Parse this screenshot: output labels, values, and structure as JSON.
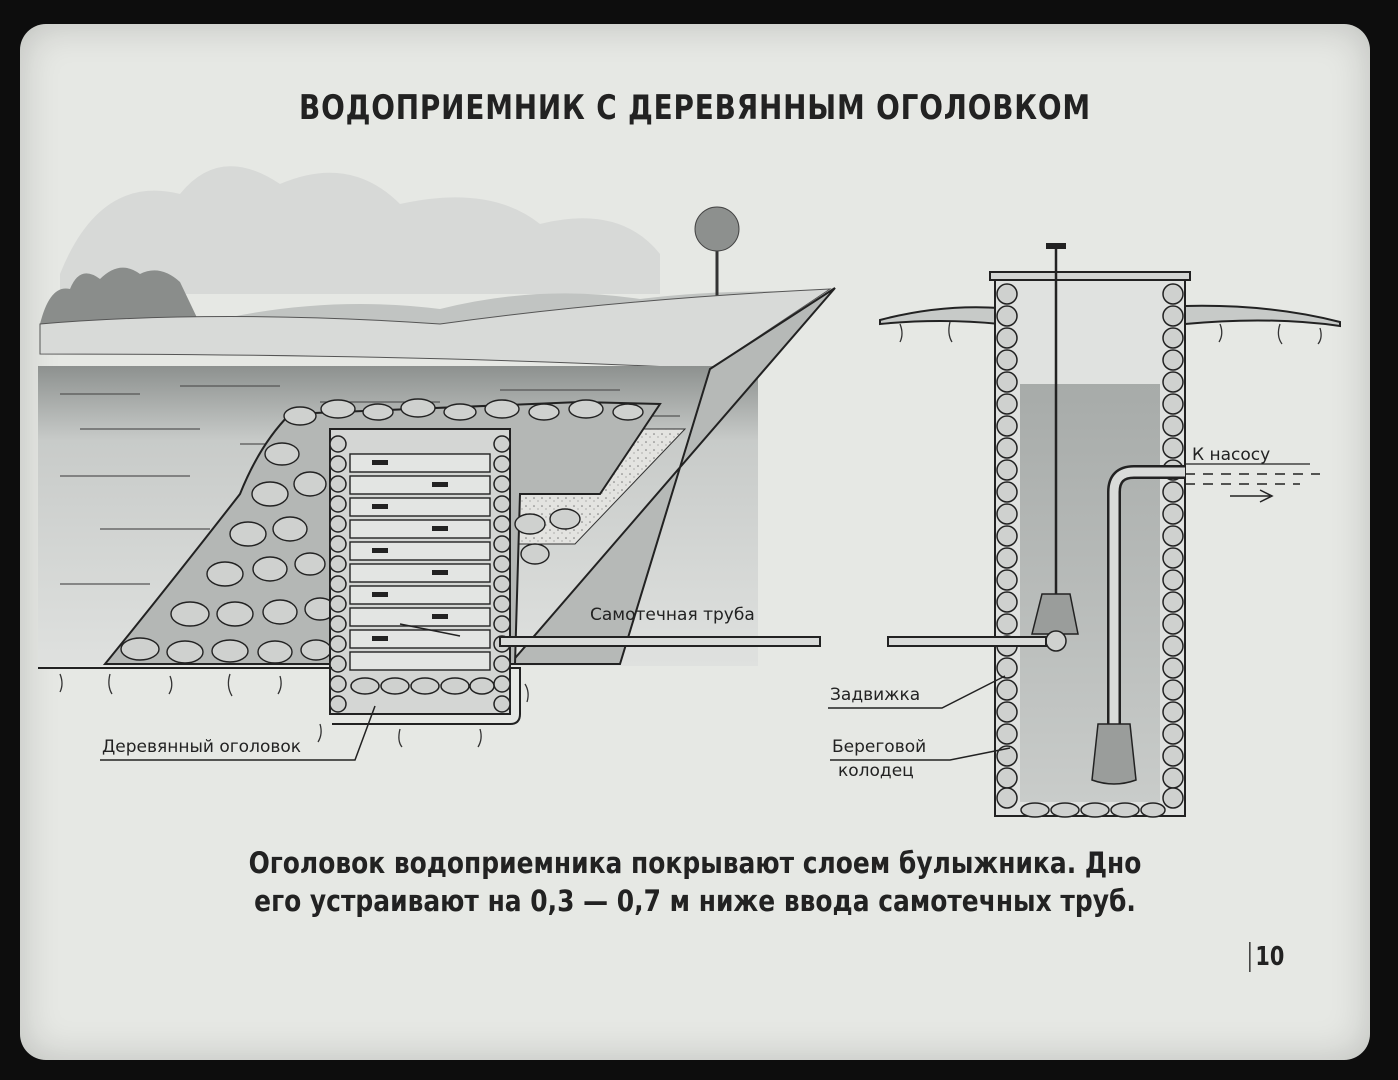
{
  "title": "ВОДОПРИЕМНИК С ДЕРЕВЯННЫМ ОГОЛОВКОМ",
  "labels": {
    "pipe": "Самотечная труба",
    "head": "Деревянный оголовок",
    "pump": "К насосу",
    "valve": "Задвижка",
    "well_line1": "Береговой",
    "well_line2": "колодец"
  },
  "caption": {
    "line1": "Оголовок водоприемника покрывают слоем булыжника. Дно",
    "line2": "его устраивают на 0,3 — 0,7 м ниже ввода самотечных труб."
  },
  "page_number": "10"
}
